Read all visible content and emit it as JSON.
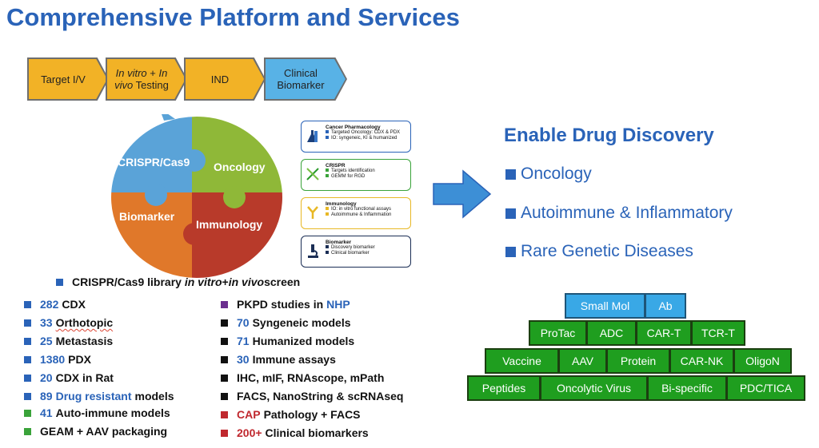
{
  "title": "Comprehensive Platform and Services",
  "process": [
    {
      "label": "Target I/V",
      "color": "#f2b226"
    },
    {
      "label_it1": "In vitro",
      "label_mid": " + ",
      "label_it2": "In",
      "label_line2_it": "vivo",
      "label_line2": " Testing",
      "color": "#f2b226"
    },
    {
      "label": "IND",
      "color": "#f2b226"
    },
    {
      "label_line1": "Clinical",
      "label_line2": "Biomarker",
      "color": "#58b2e6"
    }
  ],
  "puzzle": {
    "crispr": "CRISPR/Cas9",
    "oncology": "Oncology",
    "biomarker": "Biomarker",
    "immunology": "Immunology"
  },
  "cards": [
    {
      "title": "Cancer Pharmacology",
      "items": [
        "Targeted Oncology: CDX & PDX",
        "IO: syngeneic, KI & humanized"
      ],
      "color": "#2a63b8",
      "icon": "lab-flask-icon"
    },
    {
      "title": "CRISPR",
      "items": [
        "Targets identification",
        "GEMM for RGD"
      ],
      "color": "#3aa33a",
      "icon": "dna-icon"
    },
    {
      "title": "Immunology",
      "items": [
        "IO: in vitro functional assays",
        "Autoimmune & Inflammation"
      ],
      "color": "#e8b825",
      "icon": "antibody-icon"
    },
    {
      "title": "Biomarker",
      "items": [
        "Discovery biomarker",
        "Clinical biomarker"
      ],
      "color": "#1b2e55",
      "icon": "microscope-icon"
    }
  ],
  "enable": {
    "title": "Enable Drug Discovery",
    "items": [
      "Oncology",
      "Autoimmune & Inflammatory",
      "Rare Genetic Diseases"
    ]
  },
  "screen_line": {
    "pre": "CRISPR/Cas9 library ",
    "it1": "in vitro",
    "mid": " + ",
    "it2": "in vivo",
    "post": " screen"
  },
  "left_list": [
    {
      "num": "282",
      "text": "CDX"
    },
    {
      "num": "33",
      "text": "Orthotopic"
    },
    {
      "num": "25",
      "text": "Metastasis"
    },
    {
      "num": "1380",
      "text": "PDX"
    },
    {
      "num": "20",
      "text": "CDX in Rat"
    },
    {
      "num": "89",
      "blue": "Drug resistant",
      "text": "models"
    },
    {
      "num": "41",
      "text": "Auto-immune models"
    },
    {
      "text": "GEAM + AAV packaging"
    }
  ],
  "right_list": [
    {
      "text": "PKPD studies in",
      "blue": "NHP"
    },
    {
      "num": "70",
      "text": "Syngeneic models"
    },
    {
      "num": "71",
      "text": "Humanized models"
    },
    {
      "num": "30",
      "text": "Immune assays"
    },
    {
      "text": "IHC, mIF, RNAscope, mPath"
    },
    {
      "text": "FACS, NanoString & scRNAseq"
    },
    {
      "red": "CAP",
      "text": "Pathology + FACS"
    },
    {
      "red": "200+",
      "text": "Clinical biomarkers"
    }
  ],
  "pyramid": {
    "row1": [
      "Small Mol",
      "Ab"
    ],
    "row2": [
      "ProTac",
      "ADC",
      "CAR-T",
      "TCR-T"
    ],
    "row3": [
      "Vaccine",
      "AAV",
      "Protein",
      "CAR-NK",
      "OligoN"
    ],
    "row4": [
      "Peptides",
      "Oncolytic Virus",
      "Bi-specific",
      "PDC/TICA"
    ]
  },
  "colors": {
    "accent_blue": "#2a63b8",
    "green": "#1f9e1f",
    "sky": "#39a8e6",
    "red": "#c0282e",
    "purple": "#6b2f8f"
  }
}
